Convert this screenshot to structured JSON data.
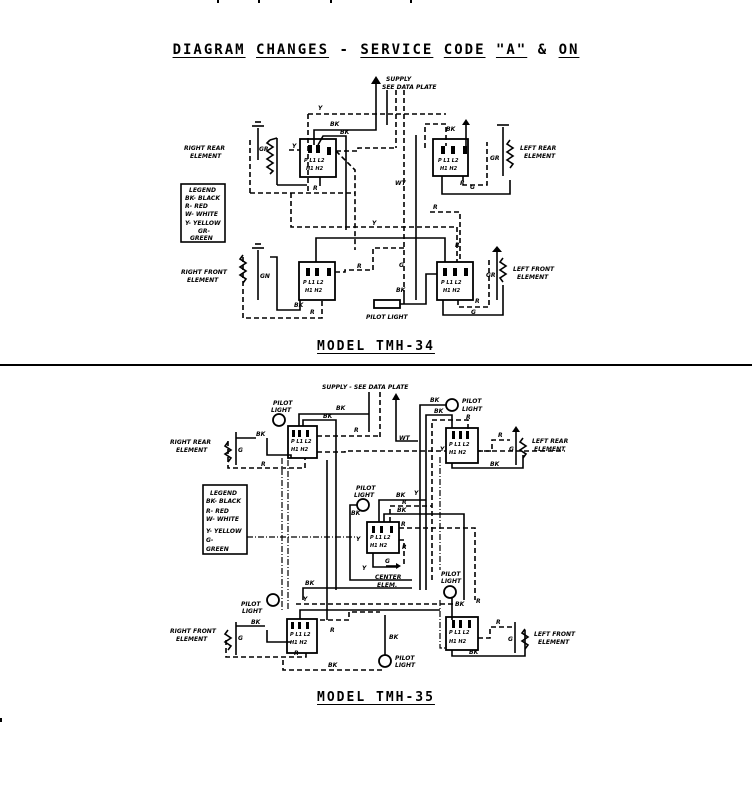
{
  "page": {
    "title_words": [
      "DIAGRAM",
      "CHANGES",
      "-",
      "SERVICE",
      "CODE",
      "\"A\"",
      "&",
      "ON"
    ],
    "separator": true
  },
  "tmh34": {
    "model_label": "MODEL TMH-34",
    "supply_label_1": "SUPPLY",
    "supply_label_2": "SEE DATA PLATE",
    "right_rear": {
      "label_1": "RIGHT REAR",
      "label_2": "ELEMENT",
      "wire": "GR"
    },
    "left_rear": {
      "label_1": "LEFT REAR",
      "label_2": "ELEMENT",
      "wire": "GR"
    },
    "right_front": {
      "label_1": "RIGHT FRONT",
      "label_2": "ELEMENT",
      "wire": "GN"
    },
    "left_front": {
      "label_1": "LEFT FRONT",
      "label_2": "ELEMENT",
      "wire": "GR"
    },
    "pilot_light": "PILOT LIGHT",
    "switch_pins": {
      "top": "P L1 L2",
      "bottom": "H1 H2"
    },
    "wires": {
      "y": "Y",
      "bk": "BK",
      "r": "R",
      "wt": "WT",
      "g": "G"
    },
    "legend": {
      "title": "LEGEND",
      "items": [
        "BK- BLACK",
        "R- RED",
        "W- WHITE",
        "Y- YELLOW",
        "GR-",
        "GREEN"
      ]
    }
  },
  "tmh35": {
    "model_label": "MODEL TMH-35",
    "supply_label": "SUPPLY - SEE DATA PLATE",
    "right_rear": {
      "label_1": "RIGHT REAR",
      "label_2": "ELEMENT",
      "wire": "G"
    },
    "left_rear": {
      "label_1": "LEFT REAR",
      "label_2": "ELEMENT",
      "wire": "G"
    },
    "right_front": {
      "label_1": "RIGHT FRONT",
      "label_2": "ELEMENT",
      "wire": "G"
    },
    "left_front": {
      "label_1": "LEFT FRONT",
      "label_2": "ELEMENT",
      "wire": "G"
    },
    "center_element": {
      "label_1": "CENTER",
      "label_2": "ELEM."
    },
    "pilot_light_1": "PILOT",
    "pilot_light_2": "LIGHT",
    "switch_pins": {
      "top": "P L1 L2",
      "bottom": "H1 H2"
    },
    "wires": {
      "y": "Y",
      "bk": "BK",
      "r": "R",
      "wt": "WT",
      "g": "G"
    },
    "legend": {
      "title": "LEGEND",
      "items": [
        "BK- BLACK",
        "R- RED",
        "W- WHITE",
        "Y- YELLOW",
        "G-",
        "GREEN"
      ]
    }
  }
}
